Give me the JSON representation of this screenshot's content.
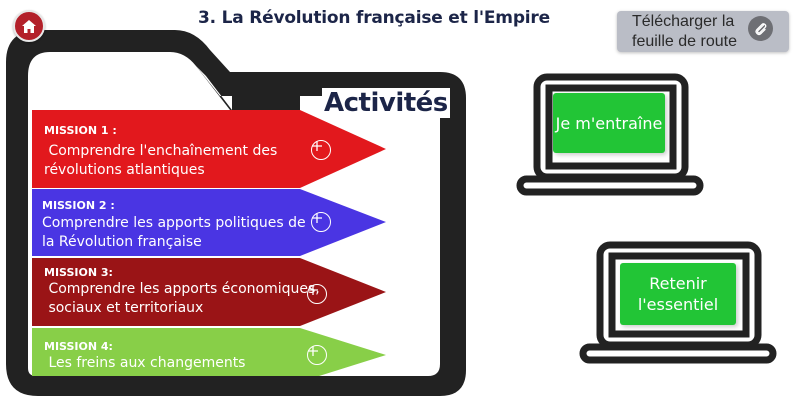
{
  "header": {
    "title": "3. La Révolution française et l'Empire",
    "home_icon": "home-icon"
  },
  "download": {
    "label_line1": "Télécharger la",
    "label_line2": "feuille de route",
    "icon": "paperclip-icon"
  },
  "folder": {
    "heading": "Activités"
  },
  "missions": [
    {
      "label": "MISSION 1 :",
      "line1": " Comprendre l'enchaînement des",
      "line2": "révolutions atlantiques",
      "color": "#e2181d",
      "icon": "plus-circle-icon"
    },
    {
      "label": "MISSION 2 :",
      "line1": "Comprendre les apports politiques de",
      "line2": "la Révolution française",
      "color": "#4a35e3",
      "icon": "plus-circle-icon"
    },
    {
      "label": "MISSION 3:",
      "line1": " Comprendre les apports économiques,",
      "line2": " sociaux et territoriaux",
      "color": "#9a1416",
      "icon": "plus-circle-icon"
    },
    {
      "label": "MISSION 4:",
      "line1": " Les freins aux changements",
      "line2": "",
      "color": "#88cf48",
      "icon": "plus-circle-icon"
    }
  ],
  "laptops": [
    {
      "label": "Je m'entraîne",
      "color": "#22c536"
    },
    {
      "label_line1": "Retenir",
      "label_line2": "l'essentiel",
      "color": "#22c536"
    }
  ],
  "colors": {
    "title": "#1c2548",
    "folder_outline": "#222222",
    "home": "#b3202a",
    "download_bg": "#babdc6"
  }
}
